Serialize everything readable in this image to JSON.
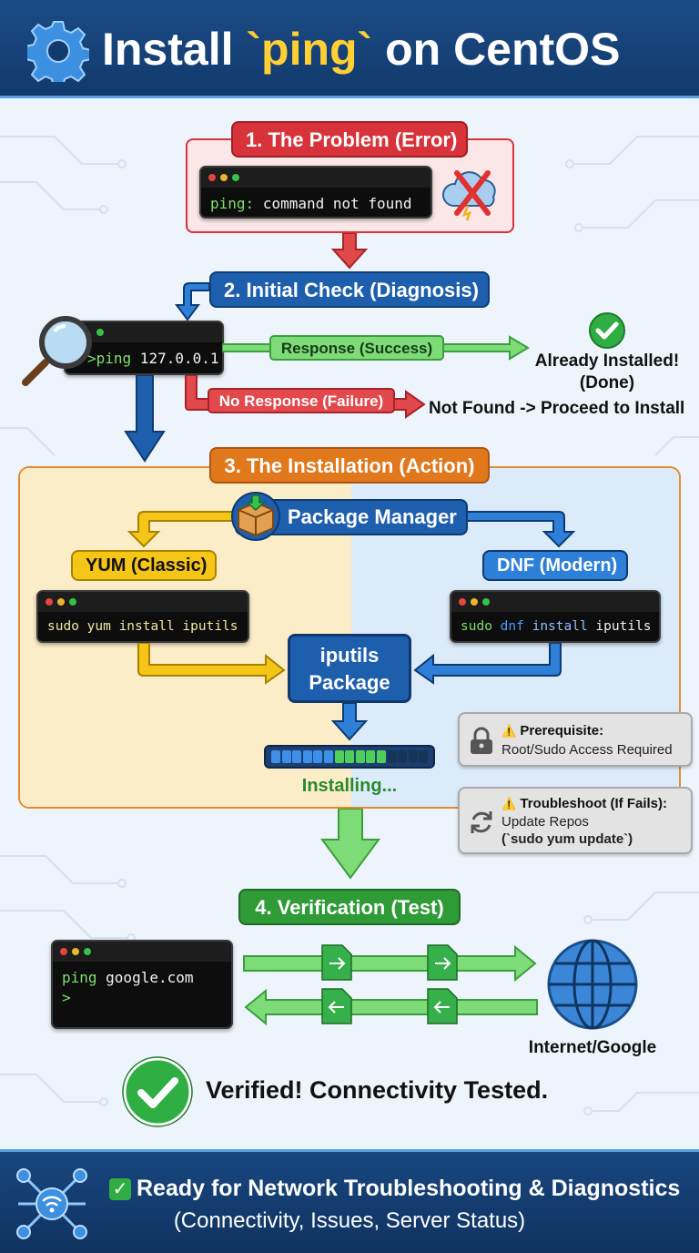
{
  "header": {
    "title_prefix": "Install ",
    "title_code": "`ping`",
    "title_suffix": " on CentOS",
    "icon": "gear-icon"
  },
  "step1": {
    "label": "1. The Problem (Error)",
    "terminal_cmd": "ping:",
    "terminal_msg": " command not found",
    "icon": "cloud-error-icon"
  },
  "step2": {
    "label": "2. Initial Check (Diagnosis)",
    "terminal_prompt": ">",
    "terminal_cmd": " ping 127.0.0.1",
    "success_label": "Response (Success)",
    "success_result_line1": "Already Installed!",
    "success_result_line2": "(Done)",
    "failure_label": "No Response (Failure)",
    "failure_result": "Not Found -> Proceed to Install",
    "icon": "magnifier-icon"
  },
  "step3": {
    "label": "3. The Installation (Action)",
    "package_manager": "Package Manager",
    "yum_label": "YUM (Classic)",
    "yum_cmd": "sudo yum install iputils",
    "dnf_label": "DNF (Modern)",
    "dnf_cmd_sudo": "sudo ",
    "dnf_cmd_dnf": "dnf",
    "dnf_cmd_install": " install",
    "dnf_cmd_pkg": " iputils",
    "package_line1": "iputils",
    "package_line2": "Package",
    "progress": 0.75,
    "installing_label": "Installing..."
  },
  "notes": {
    "prereq_title": "Prerequisite:",
    "prereq_text": "Root/Sudo Access Required",
    "trouble_title": "Troubleshoot (If Fails):",
    "trouble_line1": "Update Repos",
    "trouble_line2": "(`sudo yum update`)"
  },
  "step4": {
    "label": "4. Verification (Test)",
    "terminal_cmd": "ping google.com",
    "terminal_prompt": ">",
    "internet_label": "Internet/Google",
    "verified_text": "Verified! Connectivity Tested."
  },
  "footer": {
    "main_text": "Ready for Network Troubleshooting & Diagnostics",
    "sub_text": "(Connectivity, Issues, Server Status)",
    "icon": "network-wifi-icon"
  },
  "colors": {
    "header_bg": "#1b4b86",
    "error_red": "#d8333a",
    "diag_blue": "#1e5fad",
    "action_orange": "#e1781c",
    "verify_green": "#2e9b37",
    "yum_yellow": "#f5c518",
    "dnf_blue": "#2d7fd8"
  }
}
